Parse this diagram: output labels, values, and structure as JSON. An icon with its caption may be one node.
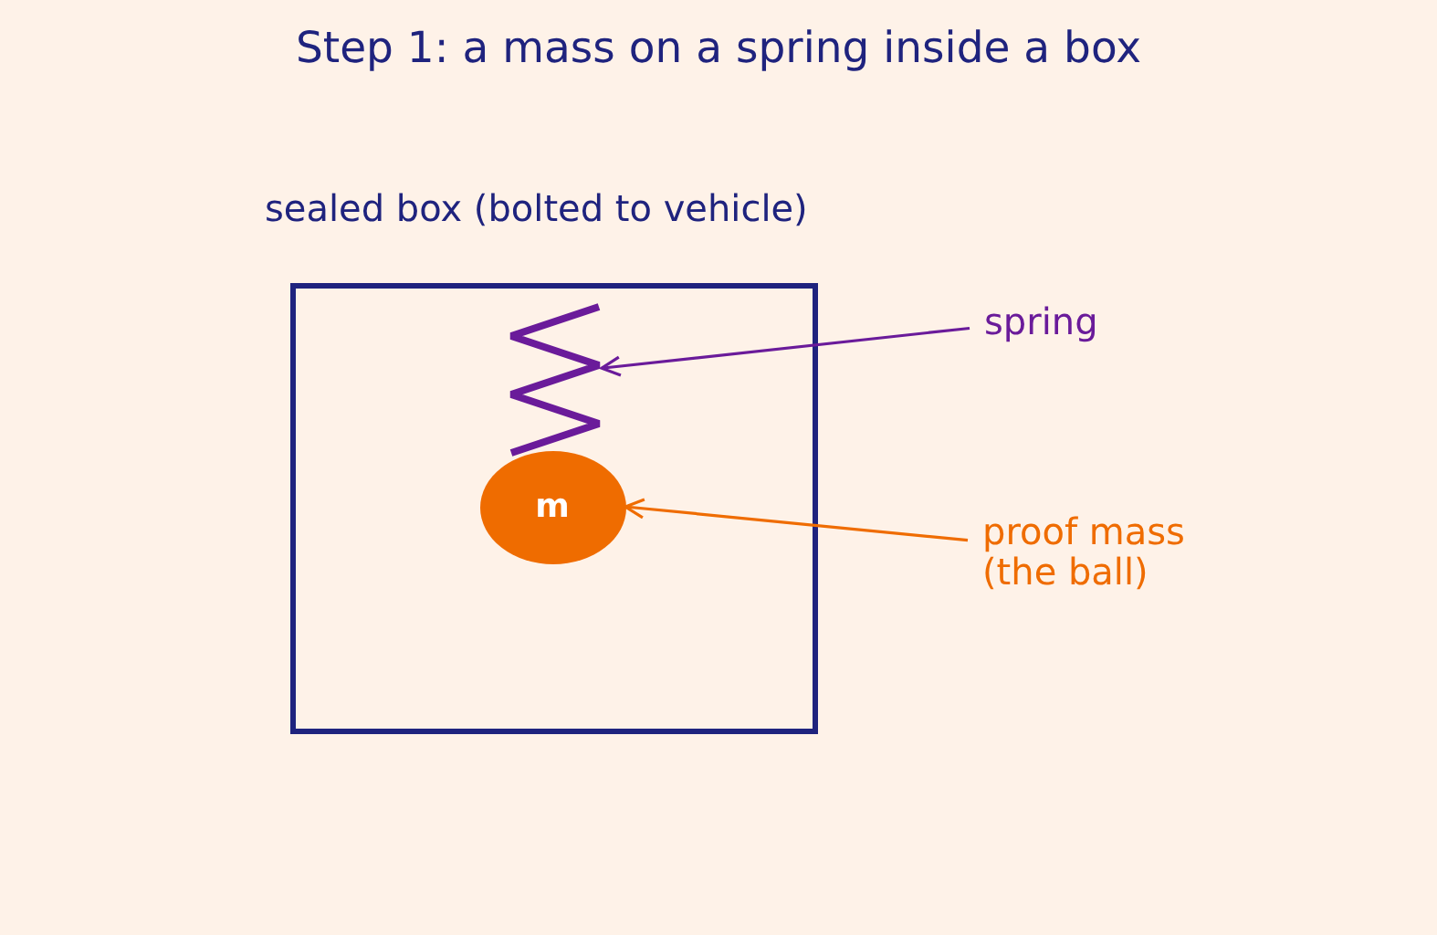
{
  "diagram": {
    "title": "Step 1: a mass on a spring inside a box",
    "nodes": [
      {
        "text": [
          "sealed box (bolted to vehicle)"
        ]
      },
      {
        "text": [],
        "shape": "spring",
        "in": 0
      },
      {
        "text": [
          "m"
        ],
        "in": 0
      },
      {
        "text": [
          "spring"
        ]
      },
      {
        "text": [
          "proof mass (the ball)"
        ]
      }
    ],
    "edges": [
      {
        "from": 3,
        "to": 1,
        "arrow": "to",
        "color": "#6a1b9a"
      },
      {
        "from": 4,
        "to": 2,
        "arrow": "to",
        "color": "#ef6c00"
      }
    ]
  }
}
